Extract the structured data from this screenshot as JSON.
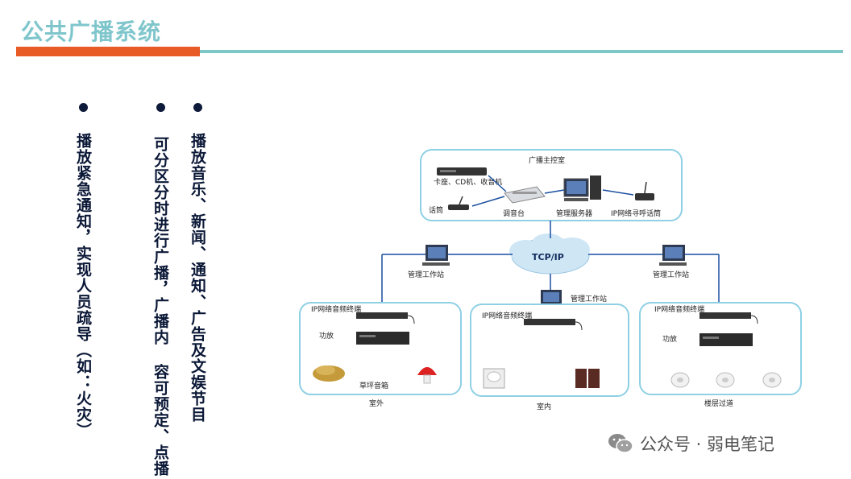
{
  "slide": {
    "title": "公共广播系统"
  },
  "bullets": [
    {
      "text": "播放音乐、新闻、通知、广告及文娱节目"
    },
    {
      "text": "可分区分时进行广播，广播内 容可预定、点播"
    },
    {
      "text": "播放紧急通知，实现人员疏导（如：火灾）"
    }
  ],
  "diagram": {
    "control_room": "广播主控室",
    "tuner": "卡座、CD机、收音机",
    "mic": "话筒",
    "mixer": "调音台",
    "server": "管理服务器",
    "paging": "IP网络寻呼话筒",
    "network": "TCP/IP",
    "workstation_left": "管理工作站",
    "workstation_center": "管理工作站",
    "workstation_right": "管理工作站",
    "terminal": "IP网络音频终端",
    "amp": "功放",
    "lawn_speaker": "草坪音箱",
    "zone_outdoor": "室外",
    "zone_indoor": "室内",
    "zone_corridor": "楼层过道"
  },
  "watermark": {
    "text": "公众号 · 弱电笔记"
  }
}
